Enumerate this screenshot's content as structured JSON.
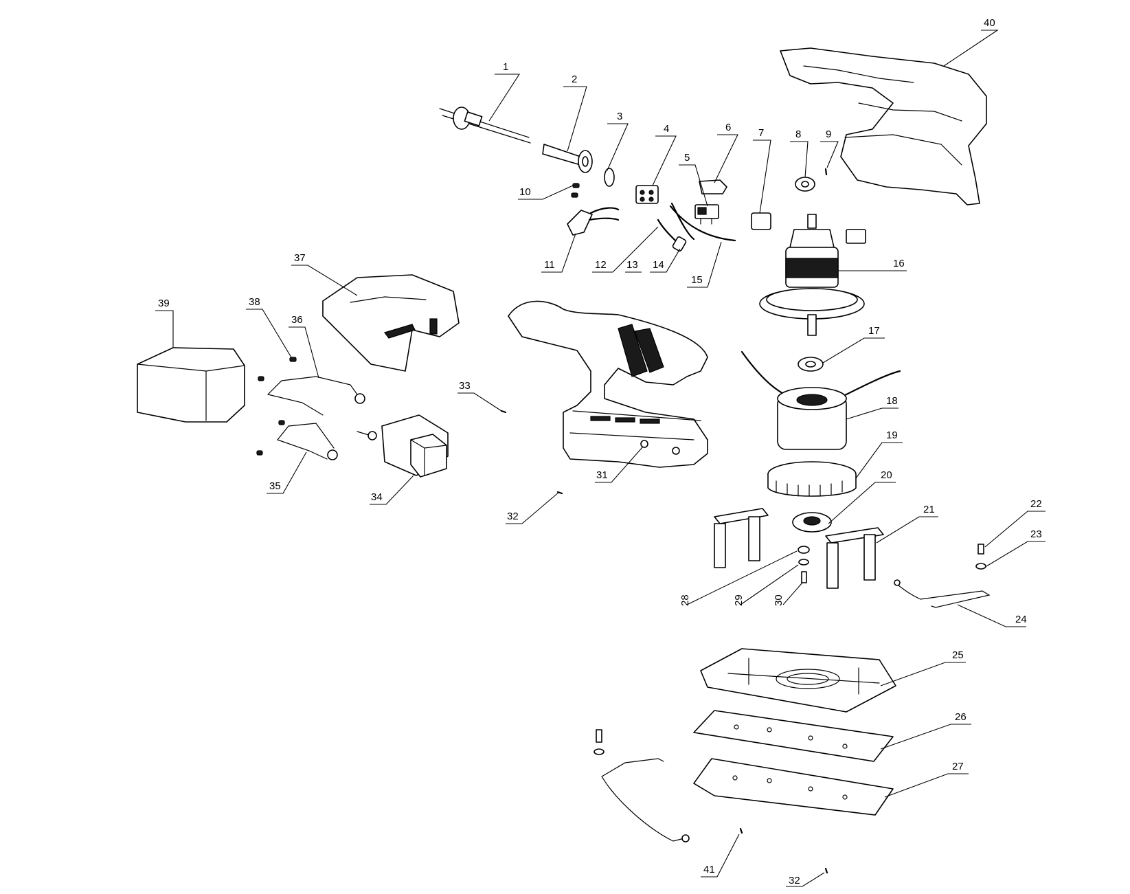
{
  "diagram": {
    "callouts": [
      {
        "label": "1"
      },
      {
        "label": "2"
      },
      {
        "label": "3"
      },
      {
        "label": "4"
      },
      {
        "label": "5"
      },
      {
        "label": "6"
      },
      {
        "label": "7"
      },
      {
        "label": "8"
      },
      {
        "label": "9"
      },
      {
        "label": "10"
      },
      {
        "label": "11"
      },
      {
        "label": "12"
      },
      {
        "label": "13"
      },
      {
        "label": "14"
      },
      {
        "label": "15"
      },
      {
        "label": "16"
      },
      {
        "label": "17"
      },
      {
        "label": "18"
      },
      {
        "label": "19"
      },
      {
        "label": "20"
      },
      {
        "label": "21"
      },
      {
        "label": "22"
      },
      {
        "label": "23"
      },
      {
        "label": "24"
      },
      {
        "label": "25"
      },
      {
        "label": "26"
      },
      {
        "label": "27"
      },
      {
        "label": "28"
      },
      {
        "label": "29"
      },
      {
        "label": "30"
      },
      {
        "label": "31"
      },
      {
        "label": "32"
      },
      {
        "label": "33"
      },
      {
        "label": "34"
      },
      {
        "label": "35"
      },
      {
        "label": "36"
      },
      {
        "label": "37"
      },
      {
        "label": "38"
      },
      {
        "label": "39"
      },
      {
        "label": "40"
      },
      {
        "label": "41"
      },
      {
        "label": "32"
      }
    ]
  }
}
